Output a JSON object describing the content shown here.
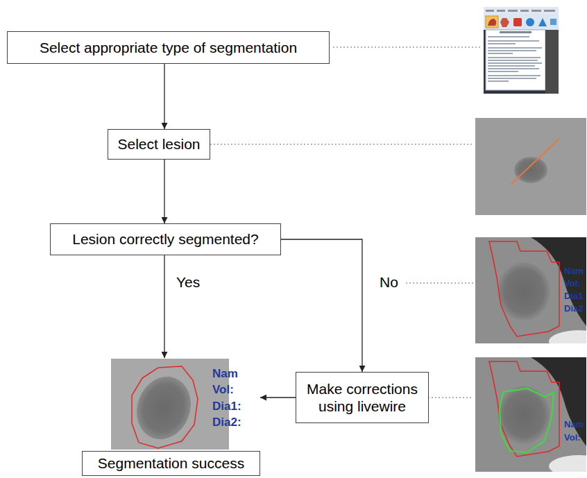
{
  "diagram": {
    "nodes": [
      {
        "text": [
          "Select appropriate type of segmentation"
        ]
      },
      {
        "text": [
          "Select lesion"
        ]
      },
      {
        "text": [
          "Lesion correctly segmented?"
        ]
      },
      {
        "text": [
          "Make corrections using livewire"
        ]
      },
      {
        "text": [
          "Segmentation success"
        ]
      }
    ],
    "edges": [
      {
        "from": 0,
        "to": 1,
        "arrow": "to"
      },
      {
        "from": 1,
        "to": 2,
        "arrow": "to"
      },
      {
        "from": 2,
        "to": 4,
        "label": "Yes",
        "arrow": "to"
      },
      {
        "from": 2,
        "to": 3,
        "label": "No",
        "arrow": "to"
      },
      {
        "from": 3,
        "to": 4,
        "arrow": "to"
      }
    ],
    "labels": [
      "Nam",
      "Vol:",
      "Dia1",
      "Dia2",
      "Nam",
      "Vol:",
      "Nam",
      "Vol:",
      "Dia1:",
      "Dia2:"
    ]
  }
}
